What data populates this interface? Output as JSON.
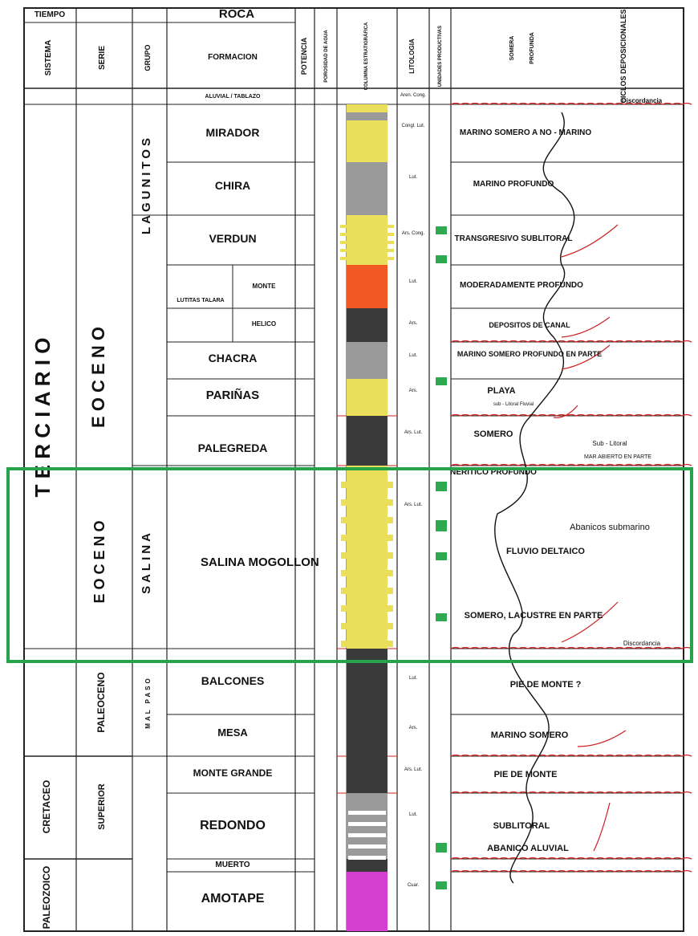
{
  "header": {
    "tiempo": "TIEMPO",
    "roca": "ROCA",
    "sistema": "SISTEMA",
    "serie": "SERIE",
    "grupo": "GRUPO",
    "formacion": "FORMACION",
    "potencia": "POTENCIA",
    "porosidad": "POROSIDAD DE AGUA",
    "columna": "COLUMNA ESTRATIGRÁFICA",
    "litologia": "LITOLOGIA",
    "unidades": "UNIDADES PRODUCTIVAS",
    "somera": "SOMERA",
    "profunda": "PROFUNDA",
    "ciclos": "CICLOS DEPOSICIONALES"
  },
  "sistemas": [
    {
      "label": "T E R C I A R I O"
    },
    {
      "label": "CRETACEO"
    },
    {
      "label": "PALEOZOICO"
    }
  ],
  "series": [
    {
      "label": "E O C E N O"
    },
    {
      "label": "E O C E N O"
    },
    {
      "label": "PALEOCENO"
    },
    {
      "label": "SUPERIOR"
    }
  ],
  "grupos": [
    {
      "label": "LAGUNITOS"
    },
    {
      "label": "SALINA"
    },
    {
      "label": "MAL PASO"
    }
  ],
  "formaciones": [
    {
      "name": "ALUVIAL / TABLAZO",
      "ciclo": "Discordancia",
      "litologia": "Aren. Cong."
    },
    {
      "name": "MIRADOR",
      "ciclo": "MARINO SOMERO A NO - MARINO",
      "litologia": "Congl. Lut."
    },
    {
      "name": "CHIRA",
      "ciclo": "MARINO PROFUNDO",
      "litologia": "Lut."
    },
    {
      "name": "VERDUN",
      "ciclo": "TRANSGRESIVO SUBLITORAL",
      "litologia": "Ars. Cong."
    },
    {
      "name": "MONTE",
      "ciclo": "MODERADAMENTE PROFUNDO",
      "litologia": "Lut."
    },
    {
      "name": "HELICO",
      "ciclo": "DEPOSITOS DE CANAL",
      "litologia": "Ars."
    },
    {
      "name": "CHACRA",
      "ciclo": "MARINO SOMERO PROFUNDO EN PARTE",
      "litologia": "Lut."
    },
    {
      "name": "PARIÑAS",
      "ciclo": "PLAYA",
      "litologia": "Ars."
    },
    {
      "name": "PALEGREDA",
      "ciclo": "SOMERO",
      "litologia": "Ars. Lut."
    },
    {
      "name": "SALINA MOGOLLON",
      "ciclo": "FLUVIO DELTAICO",
      "litologia": "Ars. Lut."
    },
    {
      "name": "BALCONES",
      "ciclo": "PIE DE MONTE ?",
      "litologia": "Lut."
    },
    {
      "name": "MESA",
      "ciclo": "MARINO SOMERO",
      "litologia": "Ars."
    },
    {
      "name": "MONTE GRANDE",
      "ciclo": "PIE DE MONTE",
      "litologia": "Ars. Lut."
    },
    {
      "name": "REDONDO",
      "ciclo": "SUBLITORAL",
      "litologia": "Lut."
    },
    {
      "name": "MUERTO",
      "ciclo": "",
      "litologia": ""
    },
    {
      "name": "AMOTAPE",
      "ciclo": "",
      "litologia": "Cuar."
    }
  ],
  "extra_labels": {
    "lutitas_talara": "LUTITAS TALARA",
    "nerítico_profundo": "NERITICO PROFUNDO",
    "abanicos": "Abanicos submarino",
    "somero_lacustre": "SOMERO, LACUSTRE EN PARTE",
    "abanico_aluvial": "ABANICO ALUVIAL",
    "sub_litoral": "Sub - Litoral",
    "mar_abierto": "MAR ABIERTO EN PARTE",
    "sub_litoral_fluvial": "sub - Litoral Fluvial",
    "discordancia": "Discordancia"
  },
  "colors": {
    "grid": "#222222",
    "discordance": "#cc2222",
    "highlight": "#27a34a",
    "sand": "#e9df5a",
    "shale": "#9a9a9a",
    "dark": "#3a3a3a",
    "orange": "#f05a22",
    "magenta": "#d43fd0",
    "unit_green": "#2fa84f"
  }
}
